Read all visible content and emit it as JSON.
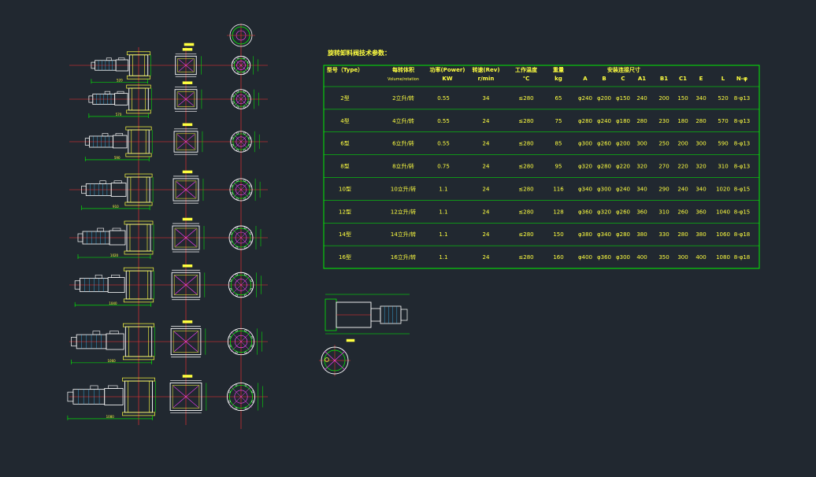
{
  "table_title": "旋转卸料阀技术参数：",
  "headers": [
    {
      "top": "型号（Type）",
      "sub": ""
    },
    {
      "top": "每转体积",
      "sub": "Volume/rotation"
    },
    {
      "top": "功率(Power)",
      "sub": "KW"
    },
    {
      "top": "转速(Rev)",
      "sub": "r/min"
    },
    {
      "top": "工作温度",
      "sub": "℃"
    },
    {
      "top": "重量",
      "sub": "kg"
    },
    {
      "top": "安装连接尺寸",
      "sub": ""
    }
  ],
  "dim_headers": [
    "A",
    "B",
    "C",
    "A1",
    "B1",
    "C1",
    "E",
    "L",
    "N-φ"
  ],
  "rows": [
    [
      "2型",
      "2立升/转",
      "0.55",
      "34",
      "≤280",
      "65",
      "φ240",
      "φ200",
      "φ150",
      "240",
      "200",
      "150",
      "340",
      "520",
      "8-φ13"
    ],
    [
      "4型",
      "4立升/转",
      "0.55",
      "24",
      "≤280",
      "75",
      "φ280",
      "φ240",
      "φ180",
      "280",
      "230",
      "180",
      "280",
      "570",
      "8-φ13"
    ],
    [
      "6型",
      "6立升/转",
      "0.55",
      "24",
      "≤280",
      "85",
      "φ300",
      "φ260",
      "φ200",
      "300",
      "250",
      "200",
      "300",
      "590",
      "8-φ13"
    ],
    [
      "8型",
      "8立升/转",
      "0.75",
      "24",
      "≤280",
      "95",
      "φ320",
      "φ280",
      "φ220",
      "320",
      "270",
      "220",
      "320",
      "310",
      "8-φ13"
    ],
    [
      "10型",
      "10立升/转",
      "1.1",
      "24",
      "≤280",
      "116",
      "φ340",
      "φ300",
      "φ240",
      "340",
      "290",
      "240",
      "340",
      "1020",
      "8-φ15"
    ],
    [
      "12型",
      "12立升/转",
      "1.1",
      "24",
      "≤280",
      "128",
      "φ360",
      "φ320",
      "φ260",
      "360",
      "310",
      "260",
      "360",
      "1040",
      "8-φ15"
    ],
    [
      "14型",
      "14立升/转",
      "1.1",
      "24",
      "≤280",
      "150",
      "φ380",
      "φ340",
      "φ280",
      "380",
      "330",
      "280",
      "380",
      "1060",
      "8-φ18"
    ],
    [
      "16型",
      "16立升/转",
      "1.1",
      "24",
      "≤280",
      "160",
      "φ400",
      "φ360",
      "φ300",
      "400",
      "350",
      "300",
      "400",
      "1080",
      "8-φ18"
    ]
  ],
  "dimension_labels": [
    "520",
    "570",
    "590",
    "910",
    "1020",
    "1040",
    "1060",
    "1080"
  ],
  "colors": {
    "background": "#212830",
    "outline_white": "#ffffff",
    "dimension_green": "#00ff00",
    "text_yellow": "#ffff40",
    "centerline_red": "#ff3030",
    "hidden_magenta": "#ff40ff",
    "motor_cyan": "#40c0ff"
  }
}
